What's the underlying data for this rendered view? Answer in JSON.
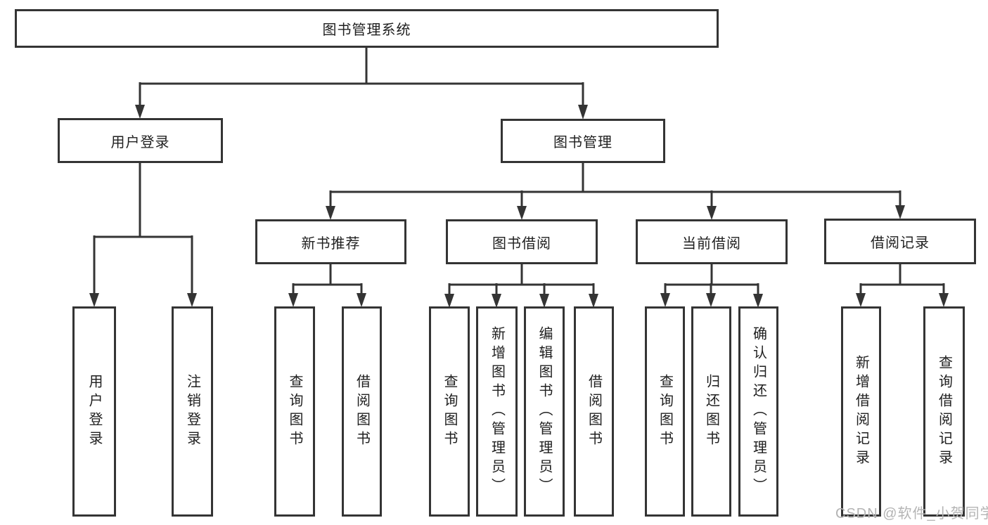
{
  "colors": {
    "line": "#343434",
    "box_border": "#343434",
    "text": "#1f1f1f",
    "watermark": "#b4b4b4",
    "background": "#ffffff"
  },
  "watermark": {
    "text": "CSDN @软件_小贺同学"
  },
  "tree": {
    "root": {
      "label": "图书管理系统",
      "children": [
        {
          "label": "用户登录",
          "children": [
            {
              "label": "用户登录"
            },
            {
              "label": "注销登录"
            }
          ]
        },
        {
          "label": "图书管理",
          "children": [
            {
              "label": "新书推荐",
              "children": [
                {
                  "label": "查询图书"
                },
                {
                  "label": "借阅图书"
                }
              ]
            },
            {
              "label": "图书借阅",
              "children": [
                {
                  "label": "查询图书"
                },
                {
                  "label": "新增图书（管理员）"
                },
                {
                  "label": "编辑图书（管理员）"
                },
                {
                  "label": "借阅图书"
                }
              ]
            },
            {
              "label": "当前借阅",
              "children": [
                {
                  "label": "查询图书"
                },
                {
                  "label": "归还图书"
                },
                {
                  "label": "确认归还（管理员）"
                }
              ]
            },
            {
              "label": "借阅记录",
              "children": [
                {
                  "label": "新增借阅记录"
                },
                {
                  "label": "查询借阅记录"
                }
              ]
            }
          ]
        }
      ]
    }
  }
}
